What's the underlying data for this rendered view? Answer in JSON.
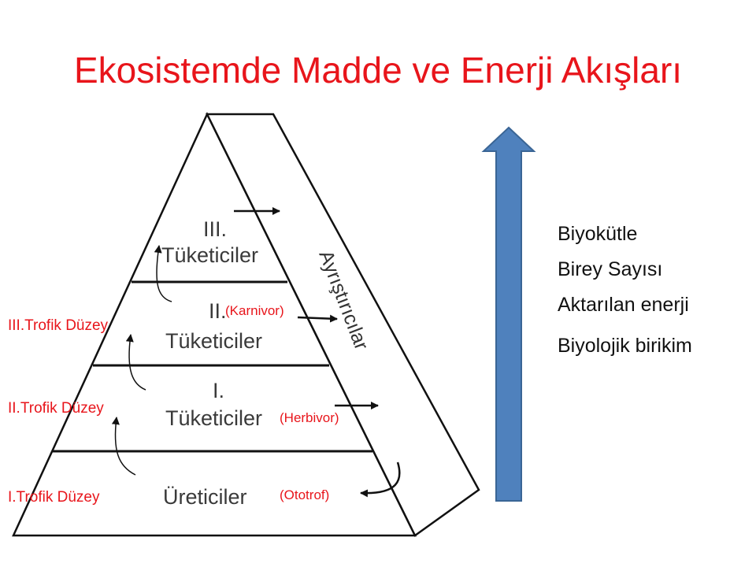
{
  "title": "Ekosistemde Madde ve Enerji Akışları",
  "pyramid": {
    "levels": [
      {
        "numeral": "III.",
        "name": "Tüketiciler"
      },
      {
        "numeral": "II.",
        "name": "Tüketiciler"
      },
      {
        "numeral": "I.",
        "name": "Tüketiciler"
      },
      {
        "numeral": "",
        "name": "Üreticiler"
      }
    ],
    "decomposers": "Ayrıştırıcılar"
  },
  "trophic_labels": [
    "III.Trofik Düzey",
    "II.Trofik Düzey",
    "I.Trofik Düzey"
  ],
  "feeding_types": [
    "(Karnivor)",
    "(Herbivor)",
    "(Ototrof)"
  ],
  "arrow_color": "#4f81bd",
  "increase_list": [
    "Biyokütle",
    "Birey Sayısı",
    "Aktarılan enerji",
    "Biyolojik birikim"
  ]
}
